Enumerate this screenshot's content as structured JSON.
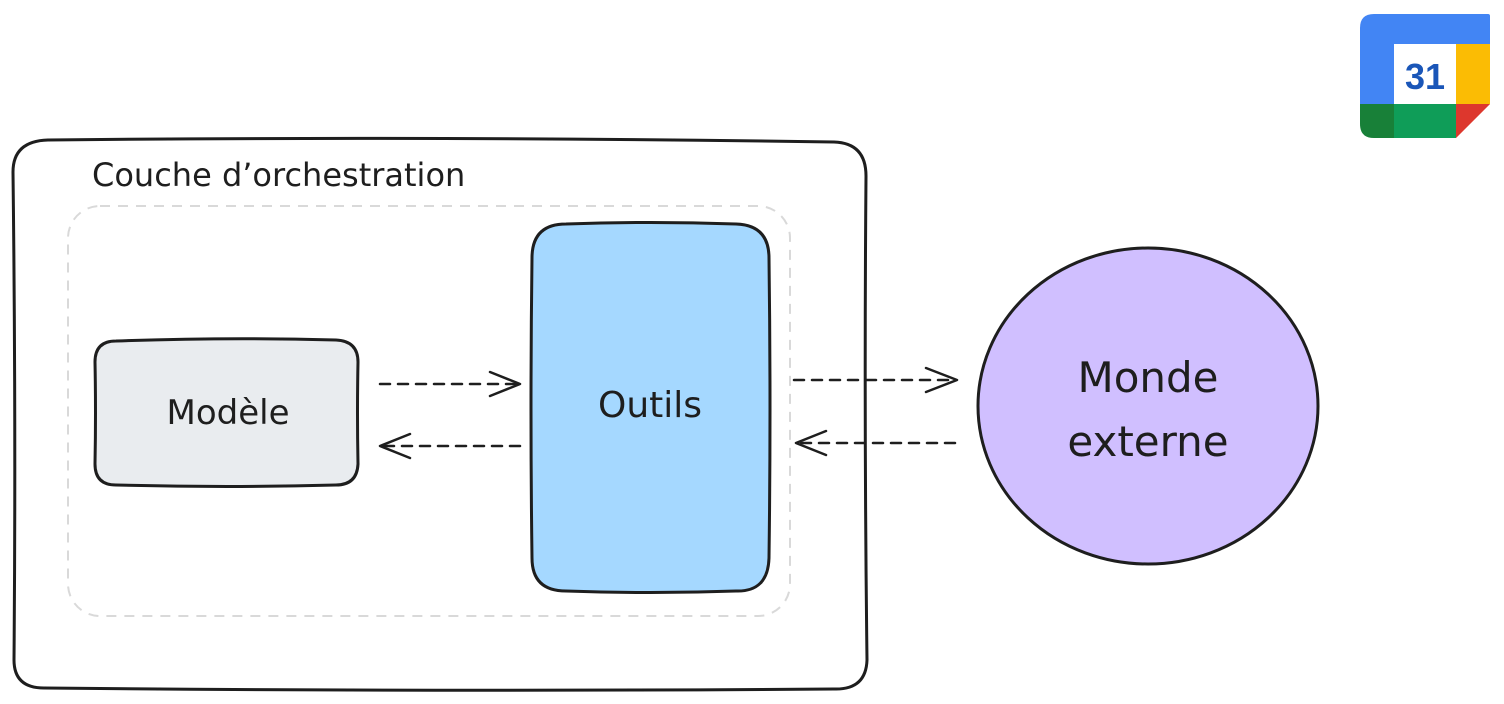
{
  "orchestration": {
    "title": "Couche d’orchestration"
  },
  "nodes": {
    "model": {
      "label": "Modèle",
      "fill": "#e9ecef"
    },
    "tools": {
      "label": "Outils",
      "fill": "#a5d8ff"
    },
    "world": {
      "label_line1": "Monde",
      "label_line2": "externe",
      "fill": "#d0bfff"
    }
  },
  "calendar_badge": {
    "icon": "google-calendar-icon",
    "day": "31",
    "colors": {
      "blue": "#4285f4",
      "yellow": "#fbbc04",
      "green": "#0f9d58",
      "dark_green": "#188038",
      "red": "#ea4335",
      "number": "#1a56b8"
    }
  }
}
